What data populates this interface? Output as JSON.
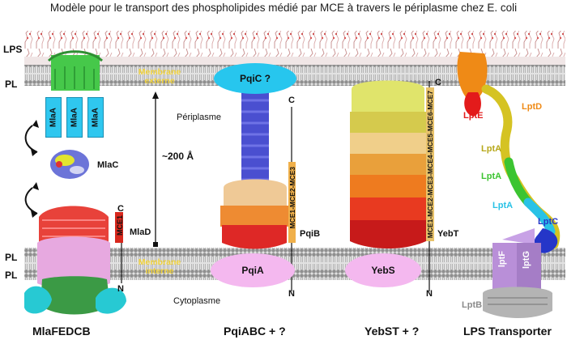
{
  "title": "Modèle pour le transport des phospholipides médié par MCE à travers le périplasme chez E. coli",
  "layers": {
    "lps": "LPS",
    "pl_top": "PL",
    "pl_bot1": "PL",
    "pl_bot2": "PL"
  },
  "outer_membrane_label": "Membrane externe",
  "inner_membrane_label": "Membrane interne",
  "periplasm_label": "Périplasme",
  "cytoplasm_label": "Cytoplasme",
  "distance_label": "~200 Å",
  "mlafedcb": {
    "mlaa_labels": [
      "MlaA",
      "MlaA",
      "MlaA"
    ],
    "mlac_label": "MlaC",
    "mlad_label": "MlaD",
    "mce1_label": "MCE1",
    "c_label": "C",
    "n_label": "N",
    "system_label": "MlaFEDCB"
  },
  "pqiabc": {
    "pqic_label": "PqiC ?",
    "pqia_label": "PqiA",
    "pqib_label": "PqiB",
    "mce_strip": "MCE1-MCE2-MCE3",
    "c_label": "C",
    "n_label": "N",
    "system_label": "PqiABC + ?"
  },
  "yebst": {
    "yebs_label": "YebS",
    "yebt_label": "YebT",
    "mce_strip": "MCE1-MCE2-MCE3-MCE4-MCE5-MCE6-MCE7",
    "c_label": "C",
    "n_label": "N",
    "system_label": "YebST + ?"
  },
  "lps_transporter": {
    "lpte": "LptE",
    "lptd": "LptD",
    "lpta1": "LptA",
    "lpta2": "LptA",
    "lpta3": "LptA",
    "lptc": "LptC",
    "lptf": "lptF",
    "lptg": "lptG",
    "lptb": "LptB",
    "system_label": "LPS Transporter"
  },
  "colors": {
    "membrane_head": "#9a9a9a",
    "membrane_tail": "#d8d8d8",
    "ellipse_cyan": "#27c6ee",
    "ellipse_pink": "#f4b8ef",
    "label_yellow": "#f1d23a",
    "mce_red": "#d8281d",
    "lptc_blue": "#2536c8",
    "lpte_red": "#e31b1b",
    "lptd_orange": "#ef8a16",
    "lpta_yellow": "#d5c323",
    "lpta_green": "#3cc431",
    "lpta_cyan": "#29c2e6",
    "lptfg_purple": "#b98fd8"
  }
}
